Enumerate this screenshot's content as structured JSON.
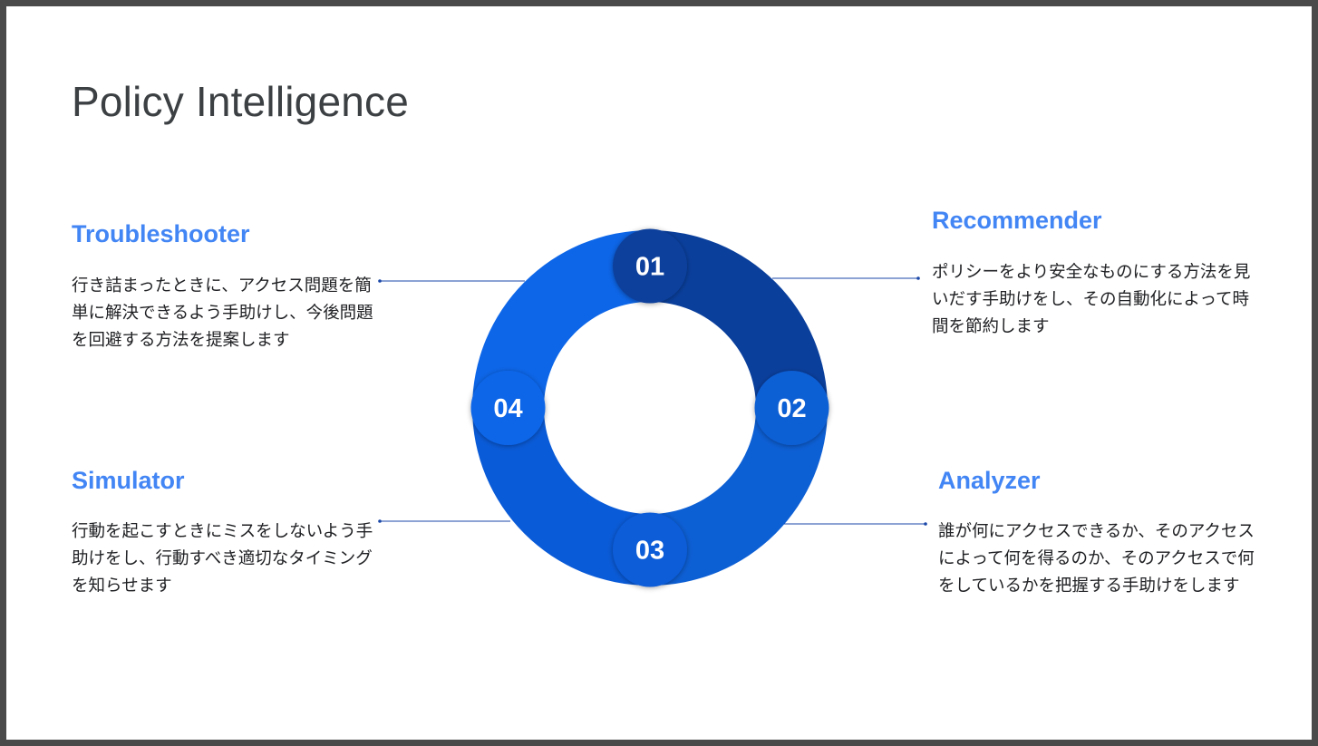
{
  "slide": {
    "title": "Policy Intelligence"
  },
  "sections": {
    "troubleshooter": {
      "heading": "Troubleshooter",
      "body": "行き詰まったときに、アクセス問題を簡単に解決できるよう手助けし、今後問題を回避する方法を提案します"
    },
    "recommender": {
      "heading": "Recommender",
      "body": "ポリシーをより安全なものにする方法を見いだす手助けをし、その自動化によって時間を節約します"
    },
    "simulator": {
      "heading": "Simulator",
      "body": "行動を起こすときにミスをしないよう手助けをし、行動すべき適切なタイミングを知らせます"
    },
    "analyzer": {
      "heading": "Analyzer",
      "body": "誰が何にアクセスできるか、そのアクセスによって何を得るのか、そのアクセスで何をしているかを把握する手助けをします"
    }
  },
  "cycle": {
    "steps": [
      {
        "label": "01"
      },
      {
        "label": "02"
      },
      {
        "label": "03"
      },
      {
        "label": "04"
      }
    ]
  },
  "colors": {
    "title": "#3c4043",
    "heading": "#4285f4",
    "body_text": "#202124",
    "segment_01": "#0a3f9c",
    "segment_02": "#0d5fd4",
    "segment_03": "#0a5bd8",
    "segment_04": "#0d66e8",
    "connector": "#1a47a8"
  }
}
